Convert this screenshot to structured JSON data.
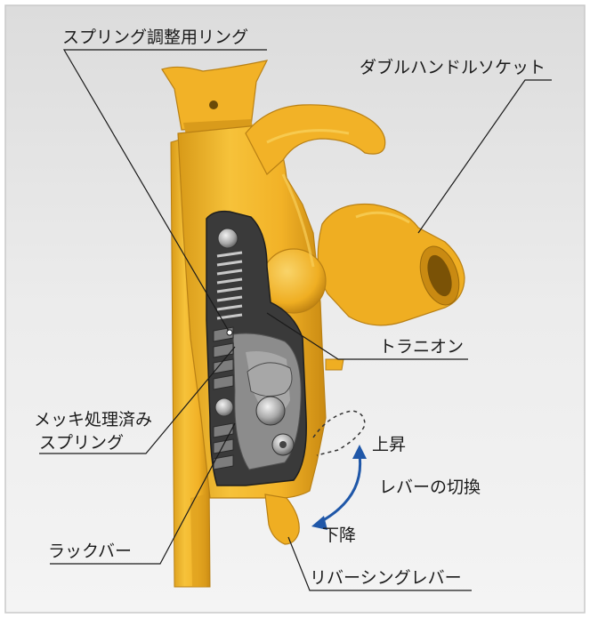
{
  "labels": {
    "spring_ring": "スプリング調整用リング",
    "double_socket": "ダブルハンドルソケット",
    "trunnion": "トラニオン",
    "plated_spring_line1": "メッキ処理済み",
    "plated_spring_line2": "スプリング",
    "up": "上昇",
    "lever_switch": "レバーの切換",
    "down": "下降",
    "rack_bar": "ラックバー",
    "reversing_lever": "リバーシングレバー"
  },
  "colors": {
    "background": "#e7e7e7",
    "border": "#c9c9c9",
    "body_yellow": "#f2b227",
    "body_shadow": "#c98a12",
    "body_highlight": "#f8cf5a",
    "mechanism_dark": "#3a3a3a",
    "metal": "#9a9a9a",
    "leader_line": "#1a1a1a",
    "arrow_blue": "#1f57a8"
  }
}
